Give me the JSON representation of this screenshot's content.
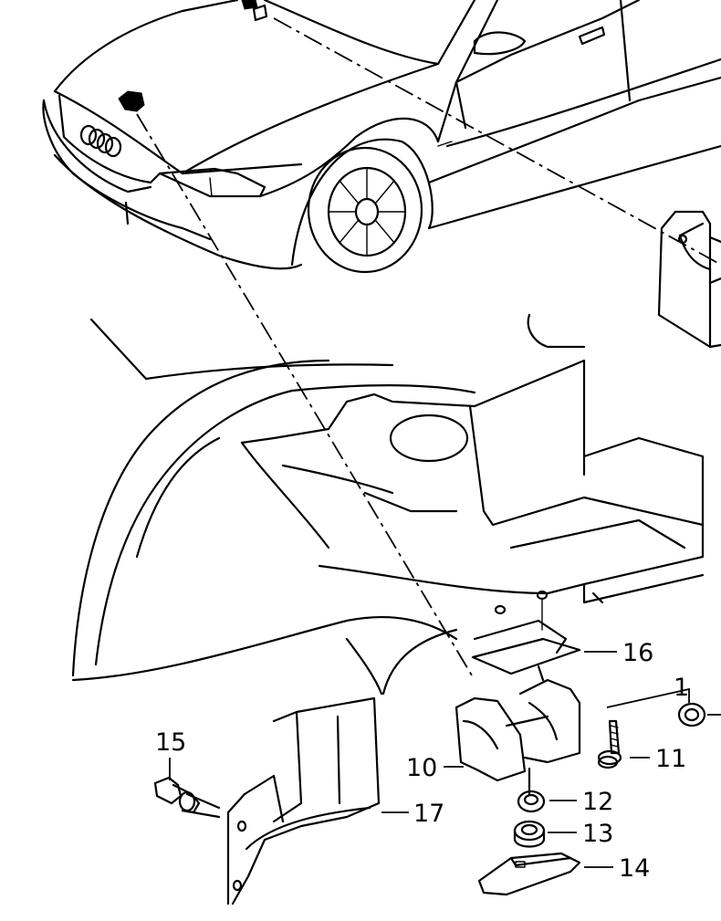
{
  "diagram": {
    "callouts": {
      "c1": "1",
      "c10": "10",
      "c11": "11",
      "c12": "12",
      "c13": "13",
      "c14": "14",
      "c15": "15",
      "c16": "16",
      "c17": "17"
    }
  }
}
